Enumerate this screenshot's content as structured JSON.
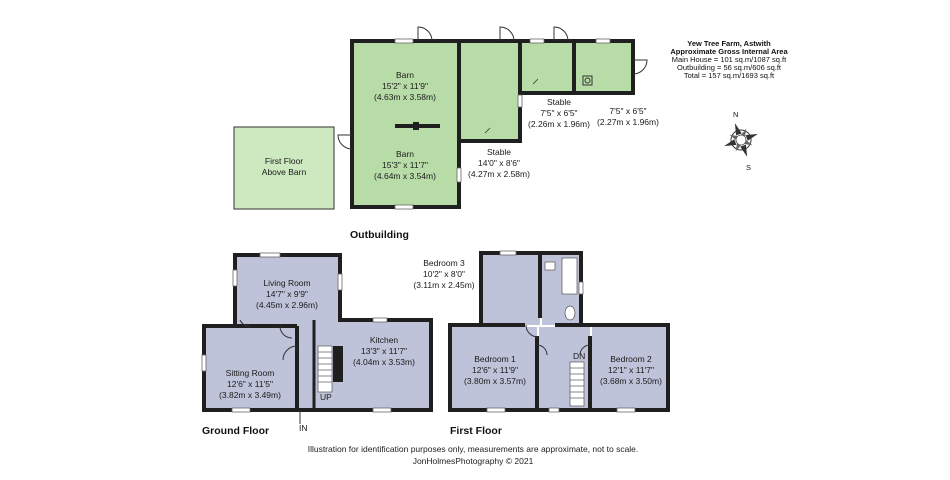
{
  "info": {
    "line1": "Yew Tree Farm, Astwith",
    "line2": "Approximate Gross Internal Area",
    "line3": "Main House = 101 sq.m/1087 sq.ft",
    "line4": "Outbuilding = 56 sq.m/606 sq.ft",
    "line5": "Total = 157 sq.m/1693 sq.ft"
  },
  "compass": {
    "n": "N",
    "s": "S"
  },
  "outbuilding": {
    "heading": "Outbuilding",
    "first_floor_above_barn": {
      "line1": "First Floor",
      "line2": "Above Barn"
    },
    "barn_top": {
      "name": "Barn",
      "imperial": "15'2\" x 11'9\"",
      "metric": "(4.63m x 3.58m)"
    },
    "barn_bottom": {
      "name": "Barn",
      "imperial": "15'3\" x 11'7\"",
      "metric": "(4.64m x 3.54m)"
    },
    "stable_large": {
      "name": "Stable",
      "imperial": "14'0\" x 8'6\"",
      "metric": "(4.27m x 2.58m)"
    },
    "stable_small": {
      "name": "Stable",
      "imperial": "7'5\" x 6'5\"",
      "metric": "(2.26m x 1.96m)"
    },
    "store": {
      "imperial": "7'5\" x 6'5\"",
      "metric": "(2.27m x 1.96m)"
    }
  },
  "ground_floor": {
    "heading": "Ground Floor",
    "living_room": {
      "name": "Living Room",
      "imperial": "14'7\" x 9'9\"",
      "metric": "(4.45m x 2.96m)"
    },
    "sitting_room": {
      "name": "Sitting Room",
      "imperial": "12'6\" x 11'5\"",
      "metric": "(3.82m x 3.49m)"
    },
    "kitchen": {
      "name": "Kitchen",
      "imperial": "13'3\" x 11'7\"",
      "metric": "(4.04m x 3.53m)"
    },
    "up_label": "UP",
    "in_label": "IN"
  },
  "first_floor": {
    "heading": "First Floor",
    "bedroom3": {
      "name": "Bedroom 3",
      "imperial": "10'2\" x 8'0\"",
      "metric": "(3.11m x 2.45m)"
    },
    "bedroom1": {
      "name": "Bedroom 1",
      "imperial": "12'6\" x 11'9\"",
      "metric": "(3.80m x 3.57m)"
    },
    "bedroom2": {
      "name": "Bedroom 2",
      "imperial": "12'1\" x 11'7\"",
      "metric": "(3.68m x 3.50m)"
    },
    "dn_label": "DN"
  },
  "footer": {
    "disclaimer": "Illustration for identification purposes only, measurements are approximate, not to scale.",
    "credit": "JonHolmesPhotography © 2021"
  }
}
